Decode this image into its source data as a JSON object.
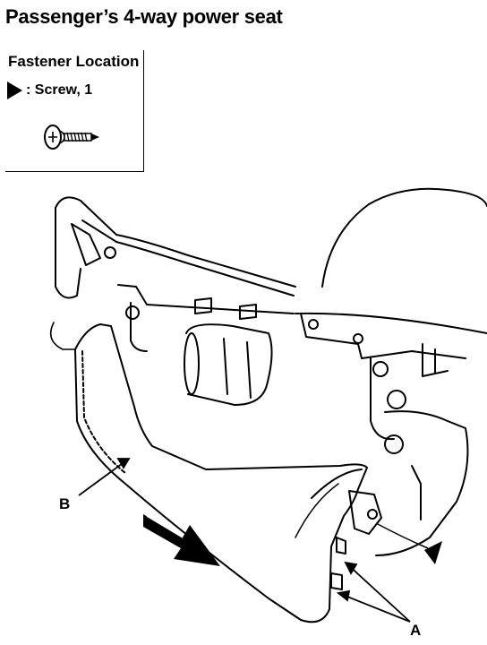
{
  "title": "Passenger’s 4-way power seat",
  "fastener": {
    "heading": "Fastener Location",
    "legend": ": Screw, 1",
    "icon": "screw-icon"
  },
  "callouts": {
    "a": "A",
    "b": "B"
  },
  "icons": {
    "legend_marker": "triangle-pointer-icon",
    "screw": "pan-head-screw-icon",
    "direction": "removal-direction-arrow-icon"
  }
}
